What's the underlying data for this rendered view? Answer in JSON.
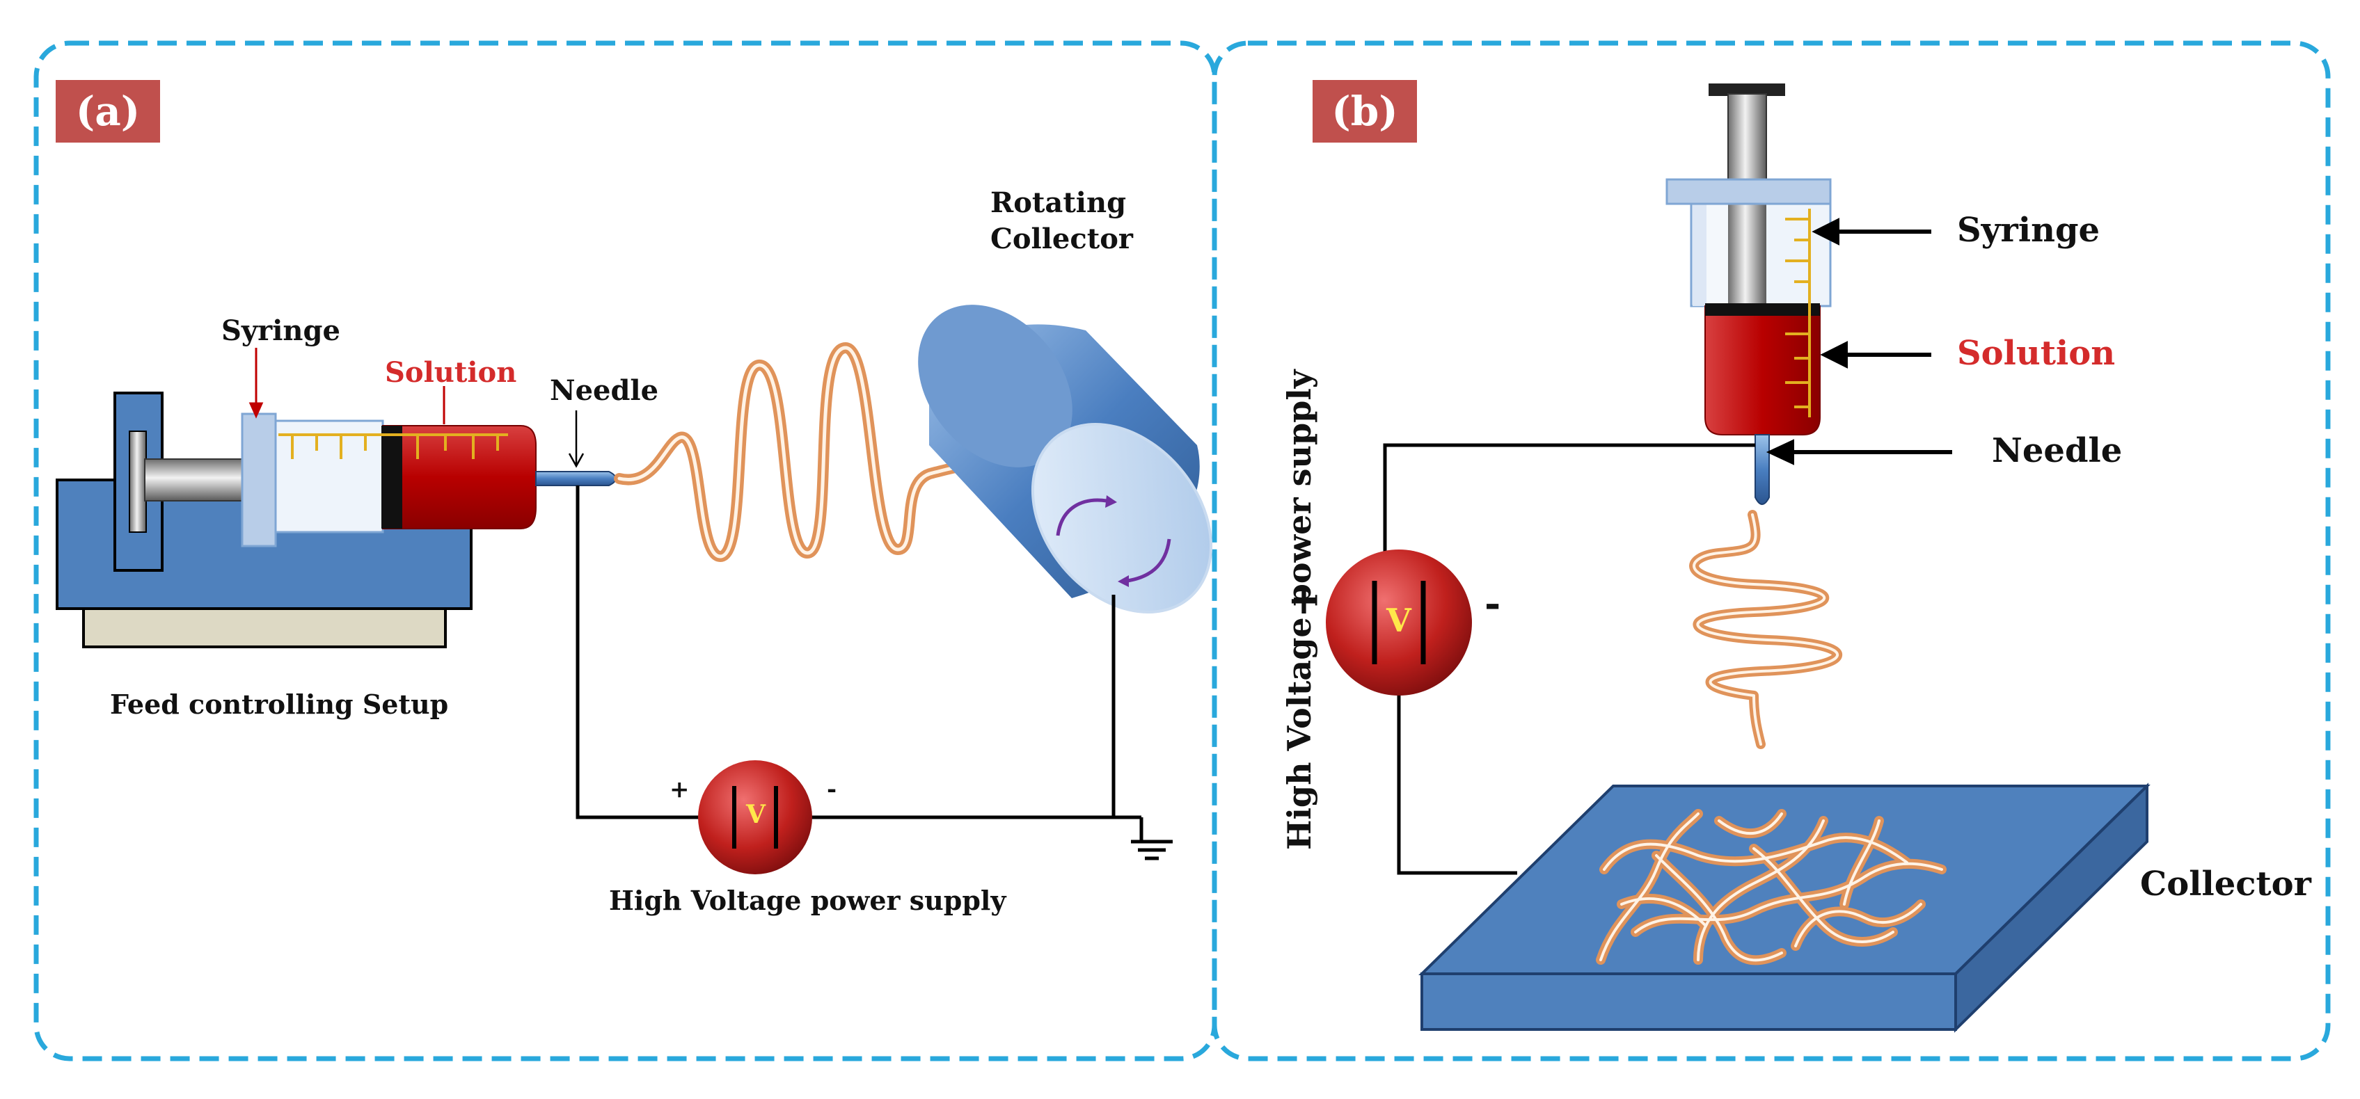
{
  "panel_a": {
    "badge": "(a)",
    "syringe": "Syringe",
    "solution": "Solution",
    "needle": "Needle",
    "collector": [
      "Rotating",
      "Collector"
    ],
    "feed": "Feed controlling Setup",
    "power_supply": "High Voltage power supply",
    "plus": "+",
    "minus": "-",
    "voltmeter": "V"
  },
  "panel_b": {
    "badge": "(b)",
    "syringe": "Syringe",
    "solution": "Solution",
    "needle": "Needle",
    "collector": "Collector",
    "power_supply": "High Voltage power supply",
    "plus": "+",
    "minus": "-",
    "voltmeter": "V"
  },
  "colors": {
    "frame": "#29a8dc",
    "badge": "#c0504d",
    "solution": "#c00000",
    "pump_blue": "#4f81bd",
    "fiber": "#f4b183"
  }
}
